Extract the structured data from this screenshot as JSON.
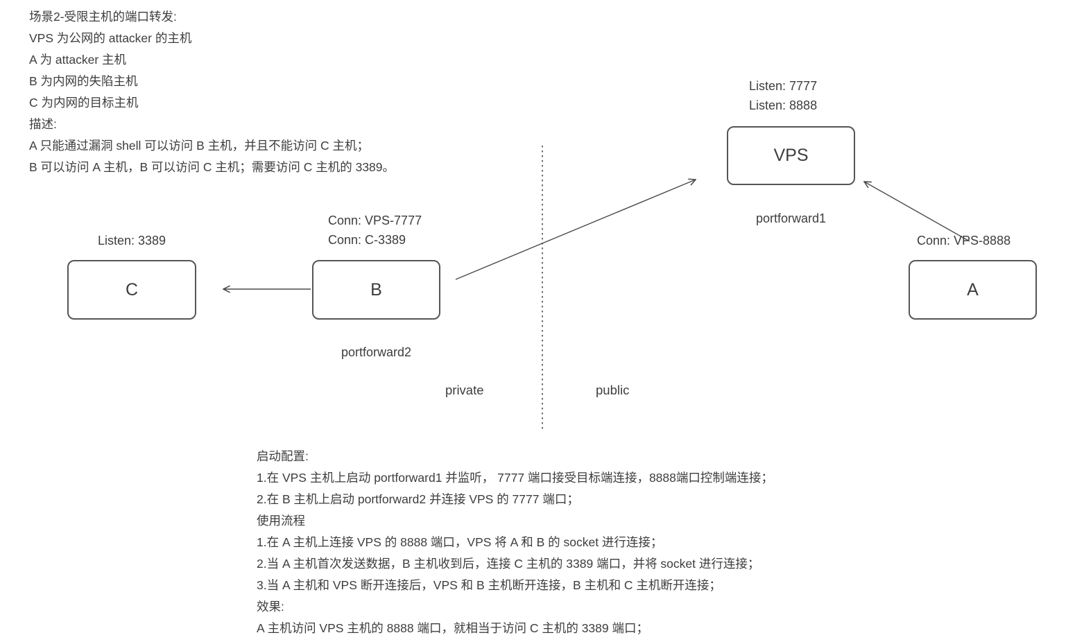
{
  "colors": {
    "text": "#3d3d3d",
    "line": "#4a4a4a",
    "box_border": "#555555",
    "background": "#ffffff"
  },
  "intro": {
    "lines": [
      "场景2-受限主机的端口转发:",
      "VPS 为公网的 attacker 的主机",
      "A 为 attacker 主机",
      "B 为内网的失陷主机",
      "C 为内网的目标主机",
      "描述:",
      "A 只能通过漏洞 shell 可以访问 B 主机，并且不能访问 C 主机；",
      "B 可以访问 A 主机，B 可以访问 C 主机；需要访问 C 主机的 3389。"
    ]
  },
  "nodes": {
    "vps": {
      "label": "VPS",
      "listen": [
        "Listen: 7777",
        "Listen: 8888"
      ],
      "caption": "portforward1"
    },
    "c": {
      "label": "C",
      "listen": [
        "Listen: 3389"
      ]
    },
    "b": {
      "label": "B",
      "conn": [
        "Conn: VPS-7777",
        "Conn: C-3389"
      ],
      "caption": "portforward2"
    },
    "a": {
      "label": "A",
      "conn": [
        "Conn: VPS-8888"
      ]
    }
  },
  "zones": {
    "private": "private",
    "public": "public"
  },
  "notes": {
    "lines": [
      "启动配置:",
      "1.在 VPS 主机上启动 portforward1 并监听， 7777 端口接受目标端连接，8888端口控制端连接；",
      "2.在 B 主机上启动 portforward2 并连接 VPS 的 7777 端口；",
      "使用流程",
      "1.在 A 主机上连接 VPS 的 8888 端口，VPS 将 A 和 B 的 socket 进行连接；",
      "2.当 A 主机首次发送数据，B 主机收到后，连接 C 主机的 3389 端口，并将 socket 进行连接；",
      "3.当 A 主机和 VPS 断开连接后，VPS 和 B 主机断开连接，B 主机和 C 主机断开连接；",
      "效果:",
      "A 主机访问 VPS 主机的 8888 端口，就相当于访问 C 主机的 3389 端口；"
    ]
  }
}
